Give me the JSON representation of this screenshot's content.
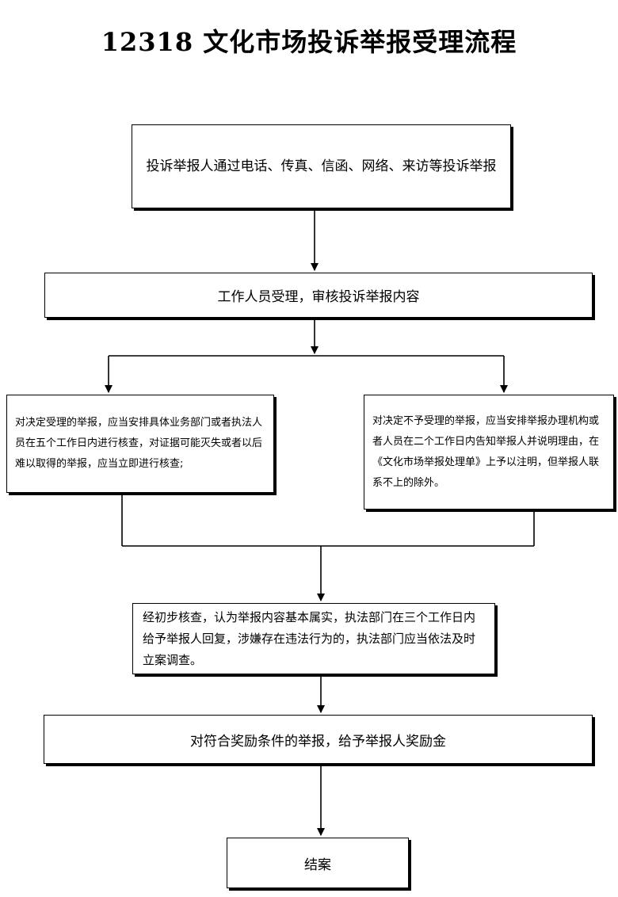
{
  "title": "12318 文化市场投诉举报受理流程",
  "steps": {
    "submit": "投诉举报人通过电话、传真、信函、网络、来访等投诉举报",
    "accept": "工作人员受理，审核投诉举报内容",
    "decide_accept": "对决定受理的举报，应当安排具体业务部门或者执法人员在五个工作日内进行核查，对证据可能灭失或者以后难以取得的举报，应当立即进行核查;",
    "decide_reject": "对决定不予受理的举报，应当安排举报办理机构或者人员在二个工作日内告知举报人并说明理由，在《文化市场举报处理单》上予以注明，但举报人联系不上的除外。",
    "verify": "经初步核查，认为举报内容基本属实，执法部门在三个工作日内给予举报人回复，涉嫌存在违法行为的，执法部门应当依法及时立案调查。",
    "reward": "对符合奖励条件的举报，给予举报人奖励金",
    "close": "结案"
  }
}
